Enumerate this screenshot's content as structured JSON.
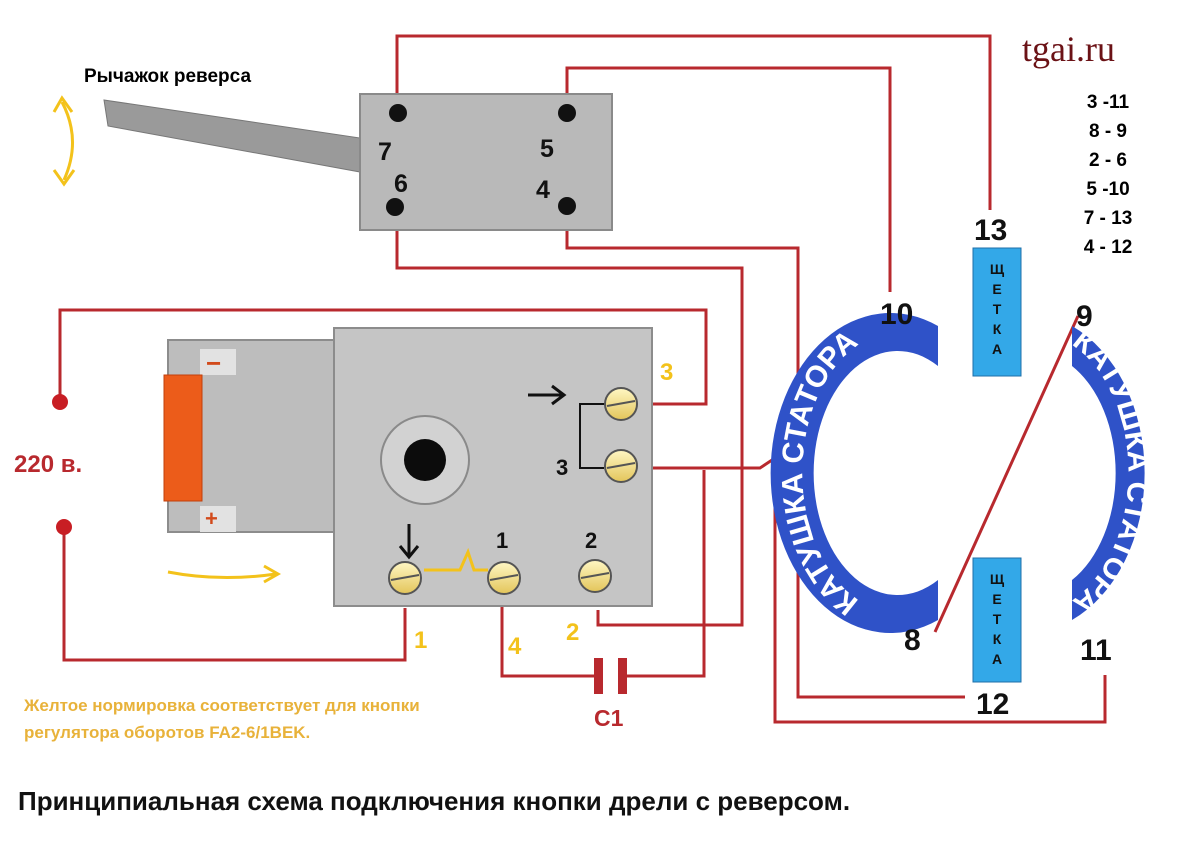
{
  "title": "Принципиальная схема подключения кнопки дрели с реверсом.",
  "site": "tgai.ru",
  "lever_label": "Рычажок реверса",
  "voltage_label": "220 в.",
  "note_lines": [
    "Желтое нормировка соответствует для кнопки",
    "регулятора оборотов FA2-6/1BEK."
  ],
  "capacitor_label": "С1",
  "reverse_switch_pins": [
    "7",
    "5",
    "6",
    "4"
  ],
  "speed_switch": {
    "minus": "−",
    "plus": "+",
    "pin_labels": [
      "1",
      "2",
      "3"
    ],
    "wire_labels": [
      "1",
      "4",
      "2",
      "3"
    ]
  },
  "stator": {
    "coil_text": "КАТУШКА СТАТОРА",
    "brush_text": "Щ\nЕ\nТ\nК\nА",
    "terminals": [
      "13",
      "10",
      "9",
      "8",
      "12",
      "11"
    ]
  },
  "connections": [
    "3 -11",
    "8 - 9",
    "2 - 6",
    "5 -10",
    "7 - 13",
    "4 - 12"
  ],
  "colors": {
    "wire": "#b8292e",
    "yellow": "#f3c21b",
    "coil_blue": "#2f52c8",
    "brush_blue": "#33a8e8",
    "dark_red": "#6b1216"
  }
}
